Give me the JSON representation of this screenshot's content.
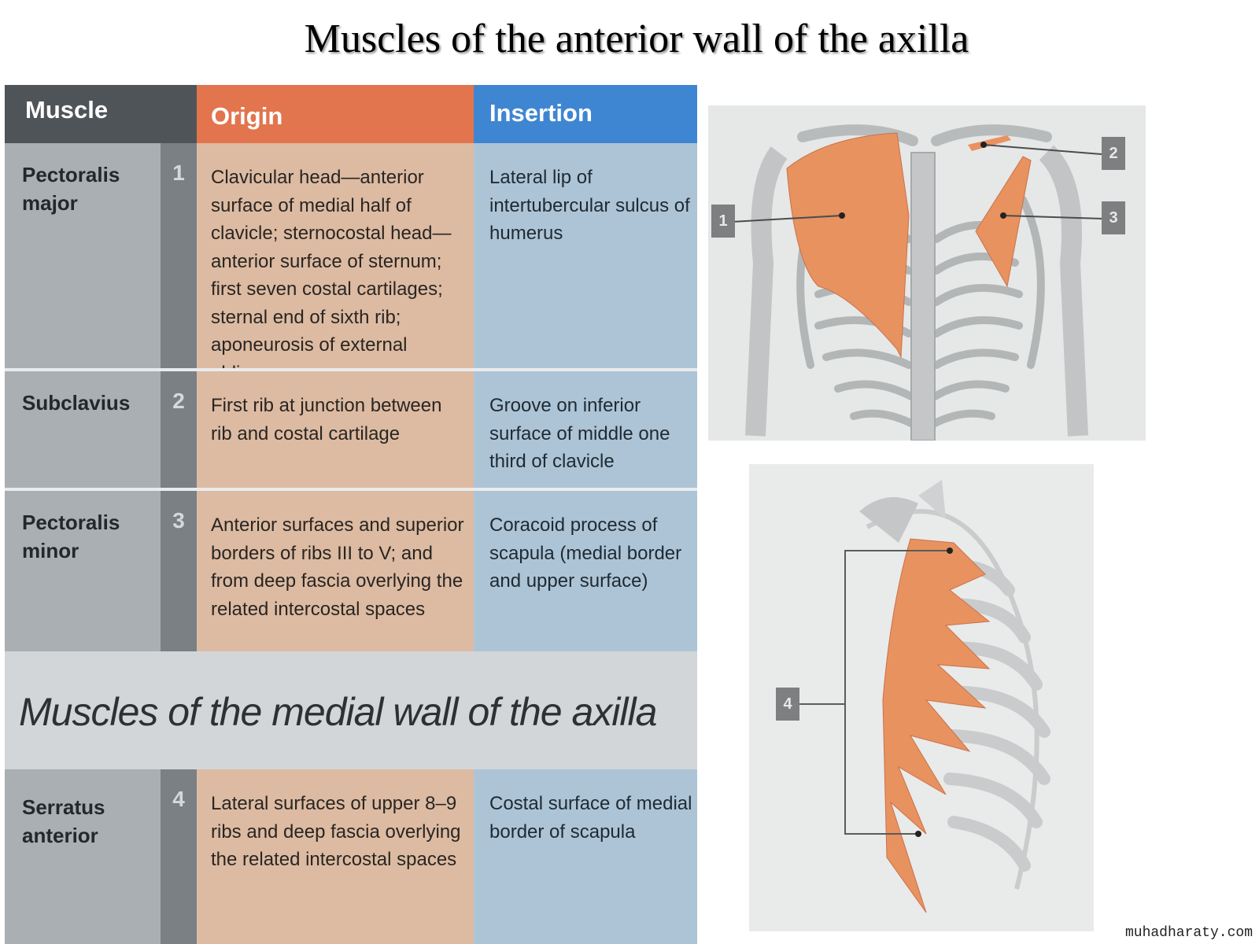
{
  "slide": {
    "title": "Muscles of the anterior wall of the axilla",
    "watermark": "muhadharaty.com"
  },
  "table": {
    "headers": {
      "muscle": "Muscle",
      "origin": "Origin",
      "insertion": "Insertion"
    },
    "rows": [
      {
        "muscle": "Pectoralis major",
        "number": "1",
        "origin": "Clavicular head—anterior surface of medial half of clavicle; sternocostal head—anterior surface of sternum; first seven costal cartilages; sternal end of sixth rib; aponeurosis of external oblique",
        "insertion": "Lateral lip of intertubercular sulcus of humerus"
      },
      {
        "muscle": "Subclavius",
        "number": "2",
        "origin": "First rib at junction between rib and costal cartilage",
        "insertion": "Groove on inferior surface of middle one third of clavicle"
      },
      {
        "muscle": "Pectoralis minor",
        "number": "3",
        "origin": "Anterior surfaces and superior borders of ribs III to V; and from deep fascia overlying the related intercostal spaces",
        "insertion": "Coracoid process of scapula (medial border and upper surface)"
      }
    ],
    "subheading": "Muscles of the medial wall of the axilla",
    "medial_rows": [
      {
        "muscle": "Serratus anterior",
        "number": "4",
        "origin": "Lateral surfaces of upper 8–9 ribs and deep fascia overlying the related intercostal spaces",
        "insertion": "Costal surface of medial border of scapula"
      }
    ]
  },
  "figures": {
    "top_labels": [
      "1",
      "2",
      "3"
    ],
    "bottom_labels": [
      "4"
    ],
    "colors": {
      "muscle": "#e8925f",
      "bone": "#c9cbcc",
      "bone_edge": "#a7aaab"
    }
  }
}
